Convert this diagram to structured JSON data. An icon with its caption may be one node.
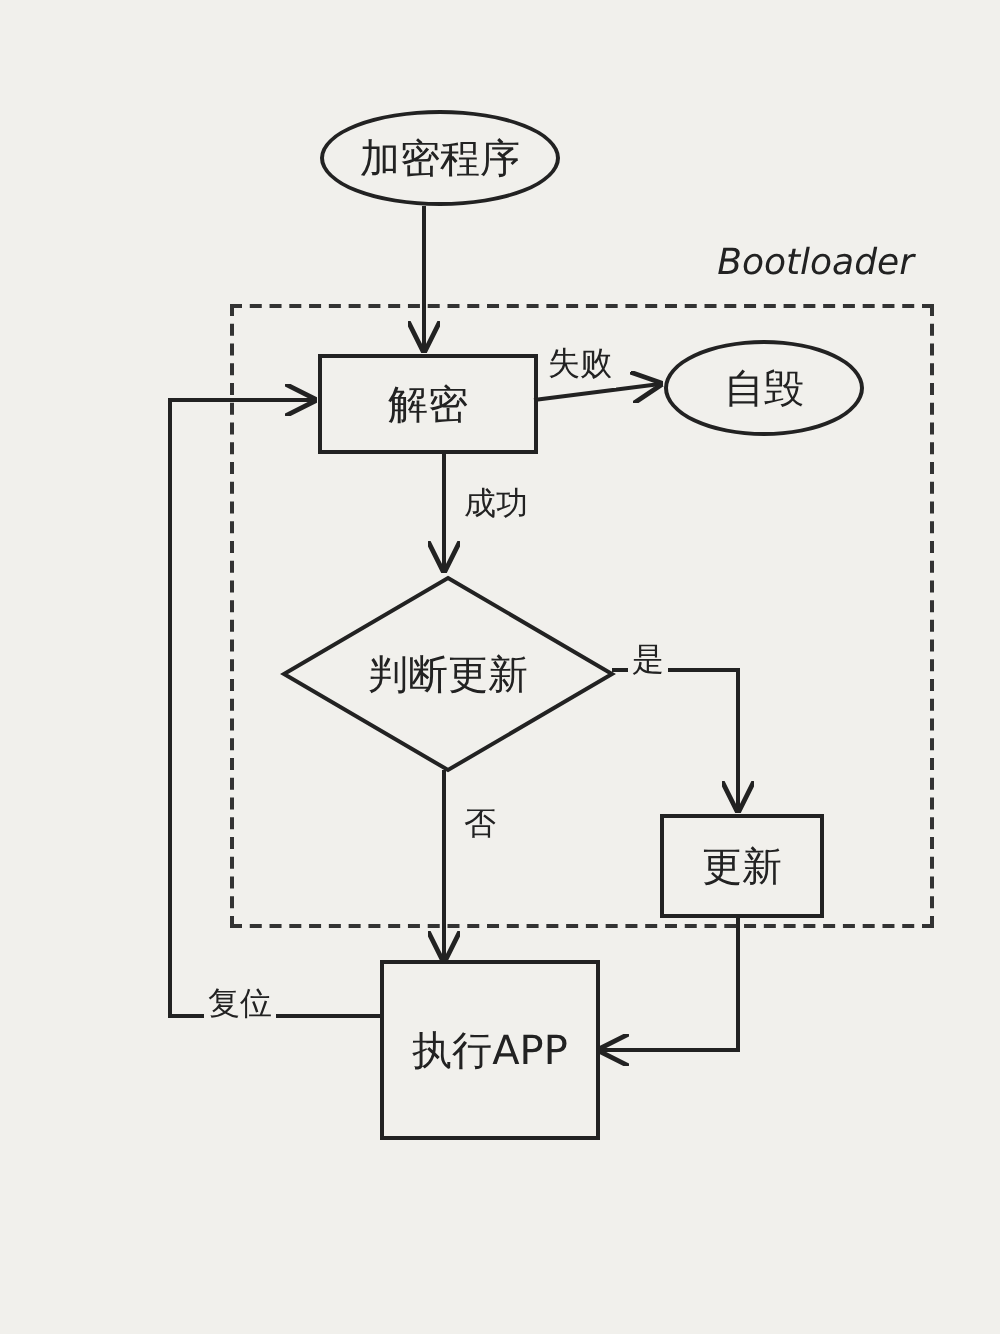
{
  "diagram": {
    "nodes": [
      {
        "text": [
          "加密程序"
        ]
      },
      {
        "text": [
          "Bootloader"
        ]
      },
      {
        "text": [
          "解密"
        ],
        "in": 1
      },
      {
        "text": [
          "自毁"
        ],
        "in": 1
      },
      {
        "text": [
          "判断更新"
        ],
        "in": 1
      },
      {
        "text": [
          "更新"
        ],
        "in": 1
      },
      {
        "text": [
          "执行APP"
        ]
      }
    ],
    "edges": [
      {
        "from": 0,
        "to": 2,
        "arrow": "to"
      },
      {
        "from": 2,
        "to": 3,
        "arrow": "to",
        "label": "失败"
      },
      {
        "from": 2,
        "to": 4,
        "arrow": "to",
        "label": "成功"
      },
      {
        "from": 4,
        "to": 5,
        "arrow": "to",
        "label": "是"
      },
      {
        "from": 4,
        "to": 6,
        "arrow": "to",
        "label": "否"
      },
      {
        "from": 5,
        "to": 6,
        "arrow": "to"
      },
      {
        "from": 6,
        "to": 2,
        "arrow": "to",
        "label": "复位"
      }
    ]
  }
}
